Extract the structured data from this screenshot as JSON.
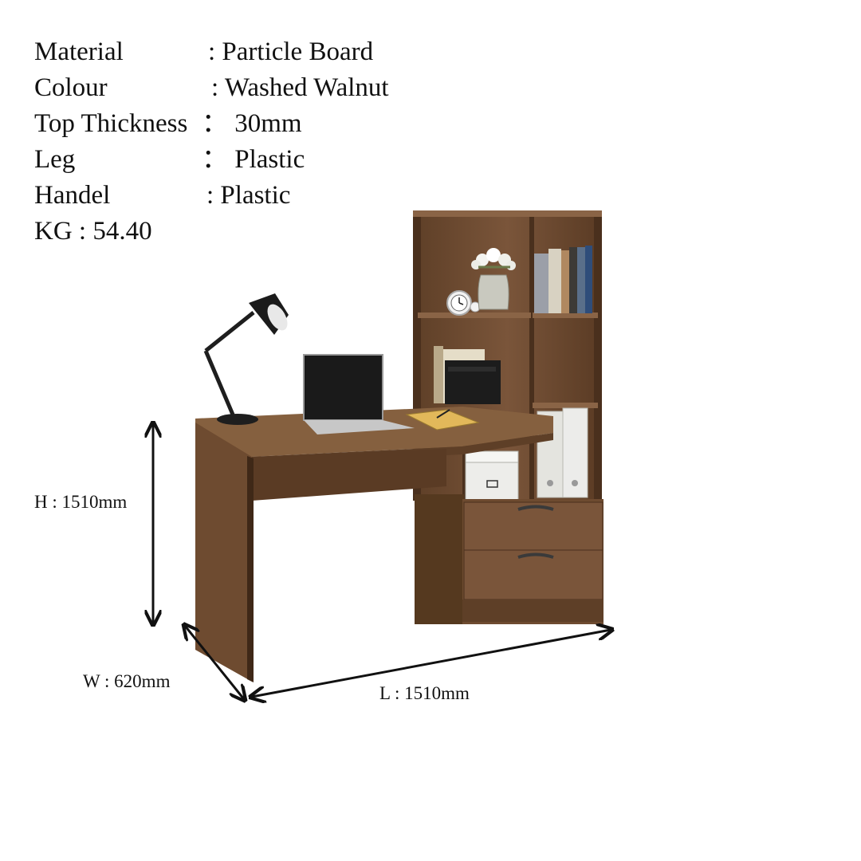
{
  "specs": [
    {
      "label": "Material",
      "value": ": Particle Board"
    },
    {
      "label": "Colour",
      "value": ": Washed Walnut"
    },
    {
      "label": "Top Thickness",
      "value": "：  30mm"
    },
    {
      "label": "Leg",
      "value": "：  Plastic"
    },
    {
      "label": "Handel",
      "value": ":  Plastic"
    }
  ],
  "weight": "KG : 54.40",
  "dimensions": {
    "height": "H : 1510mm",
    "width": "W : 620mm",
    "length": "L : 1510mm"
  },
  "colors": {
    "wood": "#6b4a30",
    "wood_dark": "#4a301d",
    "wood_light": "#8a6446",
    "arrow": "#111111"
  },
  "icons": [
    "desk-lamp-icon",
    "laptop-icon",
    "alarm-clock-icon",
    "flower-vase-icon",
    "book-icon",
    "storage-box-icon",
    "file-holder-icon",
    "notebook-icon"
  ]
}
